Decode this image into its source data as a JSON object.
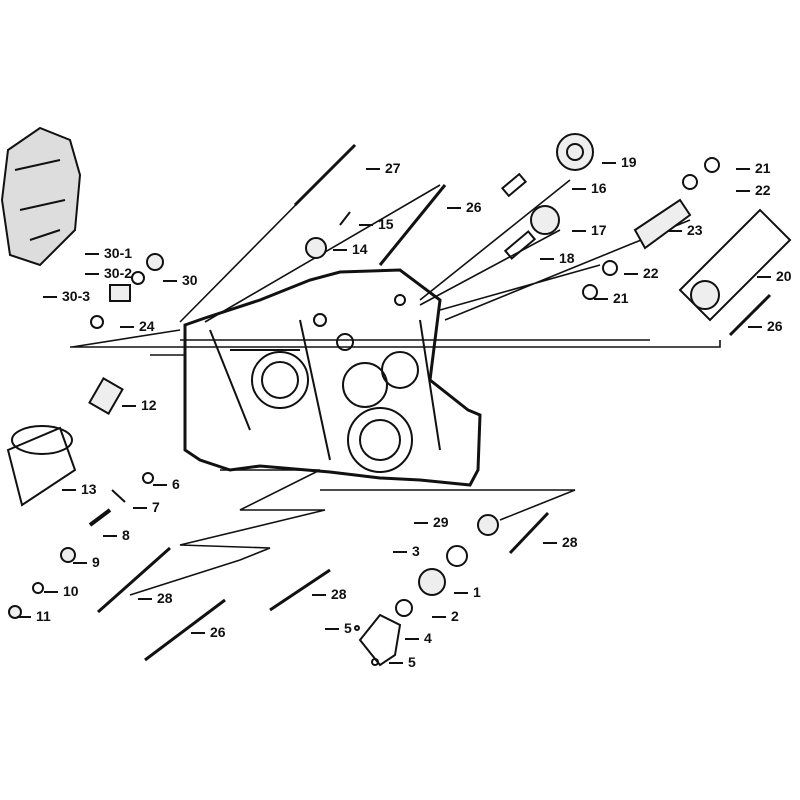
{
  "diagram": {
    "title": "",
    "callouts": [
      {
        "id": "c27",
        "text": "27"
      },
      {
        "id": "c19",
        "text": "19"
      },
      {
        "id": "c21a",
        "text": "21"
      },
      {
        "id": "c22a",
        "text": "22"
      },
      {
        "id": "c16",
        "text": "16"
      },
      {
        "id": "c26a",
        "text": "26"
      },
      {
        "id": "c15",
        "text": "15"
      },
      {
        "id": "c17",
        "text": "17"
      },
      {
        "id": "c23",
        "text": "23"
      },
      {
        "id": "c14",
        "text": "14"
      },
      {
        "id": "c30-1",
        "text": "30-1"
      },
      {
        "id": "c18",
        "text": "18"
      },
      {
        "id": "c22b",
        "text": "22"
      },
      {
        "id": "c20",
        "text": "20"
      },
      {
        "id": "c30-2",
        "text": "30-2"
      },
      {
        "id": "c30",
        "text": "30"
      },
      {
        "id": "c30-3",
        "text": "30-3"
      },
      {
        "id": "c21b",
        "text": "21"
      },
      {
        "id": "c24",
        "text": "24"
      },
      {
        "id": "c26b",
        "text": "26"
      },
      {
        "id": "c12",
        "text": "12"
      },
      {
        "id": "c13",
        "text": "13"
      },
      {
        "id": "c6",
        "text": "6"
      },
      {
        "id": "c7",
        "text": "7"
      },
      {
        "id": "c8",
        "text": "8"
      },
      {
        "id": "c29",
        "text": "29"
      },
      {
        "id": "c28a",
        "text": "28"
      },
      {
        "id": "c3",
        "text": "3"
      },
      {
        "id": "c9",
        "text": "9"
      },
      {
        "id": "c1",
        "text": "1"
      },
      {
        "id": "c10",
        "text": "10"
      },
      {
        "id": "c28b",
        "text": "28"
      },
      {
        "id": "c28c",
        "text": "28"
      },
      {
        "id": "c2",
        "text": "2"
      },
      {
        "id": "c11",
        "text": "11"
      },
      {
        "id": "c26c",
        "text": "26"
      },
      {
        "id": "c5a",
        "text": "5"
      },
      {
        "id": "c4",
        "text": "4"
      },
      {
        "id": "c5b",
        "text": "5"
      }
    ]
  }
}
